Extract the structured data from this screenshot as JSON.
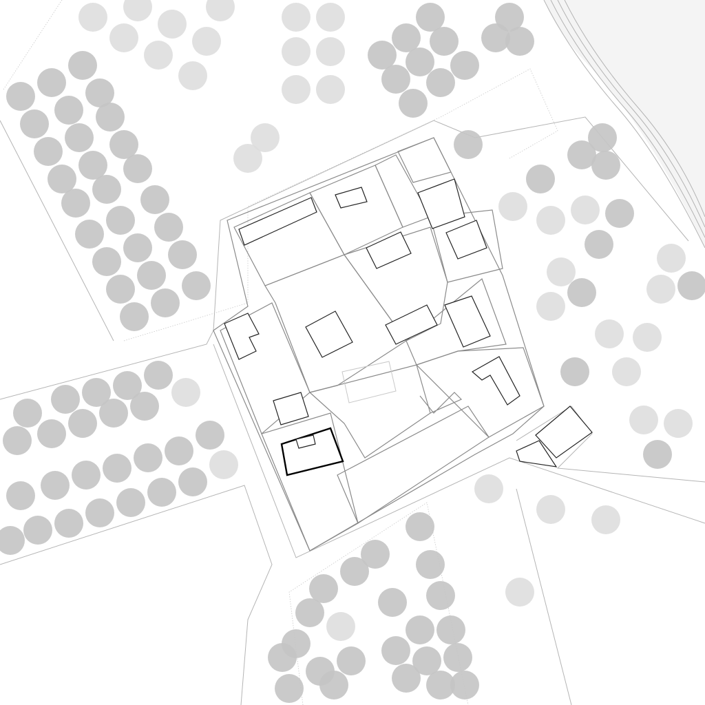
{
  "colors": {
    "background": "#ffffff",
    "tree_dark": "#c4c4c4",
    "tree_light": "#dcdcdc",
    "water": "#f4f4f4",
    "road_line": "#b4b4b4",
    "parcel_line": "#8a8a8a",
    "building_line": "#222222"
  },
  "icons": [
    "tree-canopy",
    "building-footprint",
    "parcel-boundary",
    "road-edge"
  ]
}
